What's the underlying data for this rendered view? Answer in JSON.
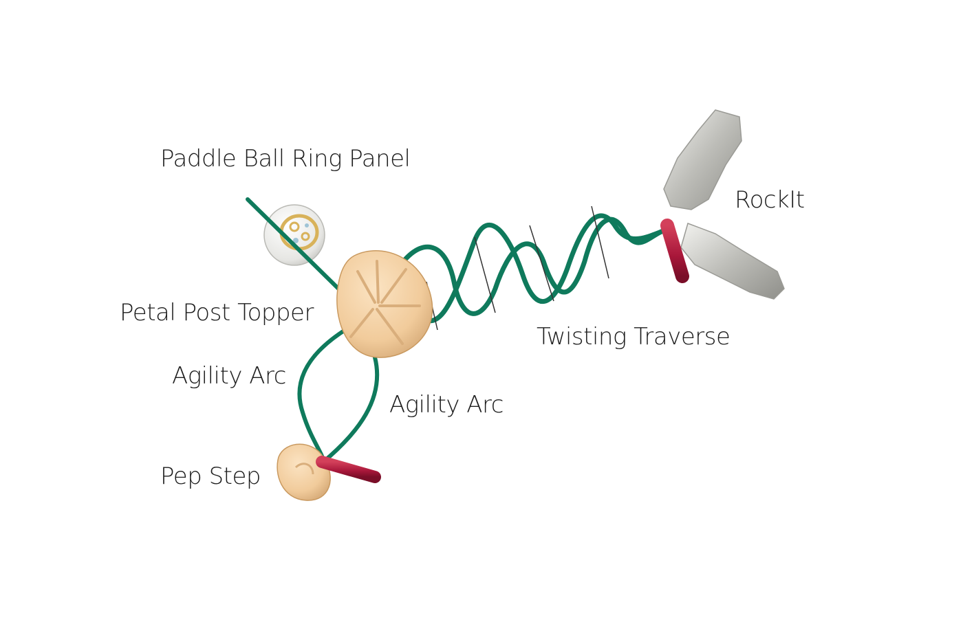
{
  "labels": {
    "paddle_ball_ring_panel": "Paddle Ball Ring Panel",
    "rockit": "RockIt",
    "petal_post_topper": "Petal Post Topper",
    "twisting_traverse": "Twisting Traverse",
    "agility_arc_left": "Agility Arc",
    "agility_arc_right": "Agility Arc",
    "pep_step": "Pep Step"
  },
  "colors": {
    "post_green": "#0f7a5c",
    "handle_red": "#b01e3a",
    "topper_tan": "#f5d3a8",
    "rockit_gray": "#c9c9c4",
    "panel_gold": "#d8b25a"
  }
}
